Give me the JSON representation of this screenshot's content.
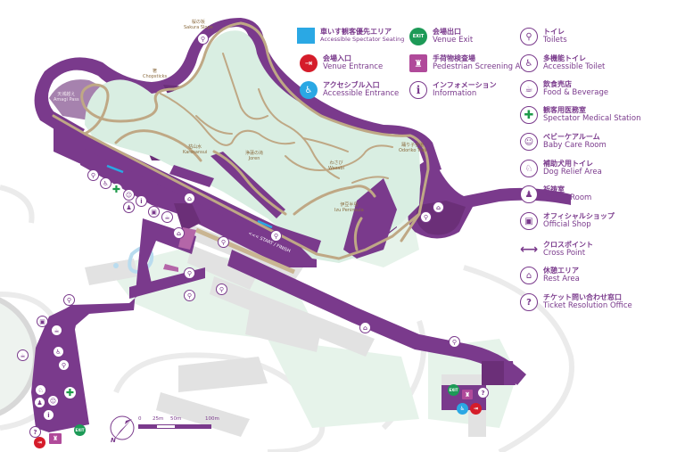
{
  "colors": {
    "route": "#7a3a8c",
    "route_dark": "#6b2f78",
    "green_area": "#d9eee2",
    "track": "#bfa885",
    "building": "#e3e3e3",
    "water": "#b9dcef",
    "accessible_seating": "#2aa8e4",
    "exit": "#1d9a57",
    "entrance": "#d51c2a",
    "accessible_entrance": "#2aa8e4",
    "medical": "#1e9a4a",
    "screening": "#b04a9a"
  },
  "legend": {
    "col1": [
      {
        "icon": "accessible-seating-icon",
        "jp": "車いす観客優先エリア",
        "en": "Accessible Spectator Seating"
      },
      {
        "icon": "venue-entrance-icon",
        "jp": "会場入口",
        "en": "Venue Entrance"
      },
      {
        "icon": "accessible-entrance-icon",
        "jp": "アクセシブル入口",
        "en": "Accessible Entrance"
      }
    ],
    "col2": [
      {
        "icon": "exit-icon",
        "glyph": "EXIT",
        "jp": "会場出口",
        "en": "Venue Exit"
      },
      {
        "icon": "screening-icon",
        "jp": "手荷物検査場",
        "en": "Pedestrian Screening Area"
      },
      {
        "icon": "information-icon",
        "glyph": "i",
        "jp": "インフォメーション",
        "en": "Information"
      }
    ],
    "col3": [
      {
        "icon": "toilets-icon",
        "glyph": "🚻",
        "jp": "トイレ",
        "en": "Toilets"
      },
      {
        "icon": "accessible-toilet-icon",
        "glyph": "♿",
        "jp": "多機能トイレ",
        "en": "Accessible Toilet"
      },
      {
        "icon": "food-beverage-icon",
        "glyph": "☕",
        "jp": "飲食売店",
        "en": "Food & Beverage"
      },
      {
        "icon": "medical-station-icon",
        "glyph": "✚",
        "jp": "観客用医務室",
        "en": "Spectator Medical Station"
      },
      {
        "icon": "baby-care-icon",
        "glyph": "👶",
        "jp": "ベビーケアルーム",
        "en": "Baby Care Room"
      },
      {
        "icon": "dog-relief-icon",
        "glyph": "🐕",
        "jp": "補助犬用トイレ",
        "en": "Dog Relief Area"
      },
      {
        "icon": "prayer-room-icon",
        "glyph": "🙏",
        "jp": "祈祷室",
        "en": "Prayer Room"
      },
      {
        "icon": "official-shop-icon",
        "glyph": "🛍",
        "jp": "オフィシャルショップ",
        "en": "Official Shop"
      },
      {
        "icon": "cross-point-icon",
        "glyph": "⟷",
        "jp": "クロスポイント",
        "en": "Cross Point"
      },
      {
        "icon": "rest-area-icon",
        "glyph": "⛺",
        "jp": "休憩エリア",
        "en": "Rest Area"
      },
      {
        "icon": "ticket-office-icon",
        "glyph": "?",
        "jp": "チケット問い合わせ窓口",
        "en": "Ticket Resolution Office"
      }
    ]
  },
  "map_labels": {
    "sakura": {
      "jp": "桜の坂",
      "en": "Sakura Slope"
    },
    "chopsticks": {
      "jp": "箸",
      "en": "Chopsticks"
    },
    "amagi": {
      "jp": "天城越え",
      "en": "Amagi Pass"
    },
    "karesansui": {
      "jp": "枯山水",
      "en": "Karesansui"
    },
    "joren": {
      "jp": "浄蓮の滝",
      "en": "Joren"
    },
    "wasabi": {
      "jp": "わさび",
      "en": "Wasabi"
    },
    "odoriko": {
      "jp": "踊り子歩道",
      "en": "Odoriko Trail"
    },
    "izu": {
      "jp": "伊豆半島",
      "en": "Izu Peninsula"
    },
    "start_finish": "<<< START / FINISH"
  },
  "scale": {
    "labels": [
      "0",
      "25m",
      "50m",
      "100m"
    ],
    "north": "N"
  }
}
